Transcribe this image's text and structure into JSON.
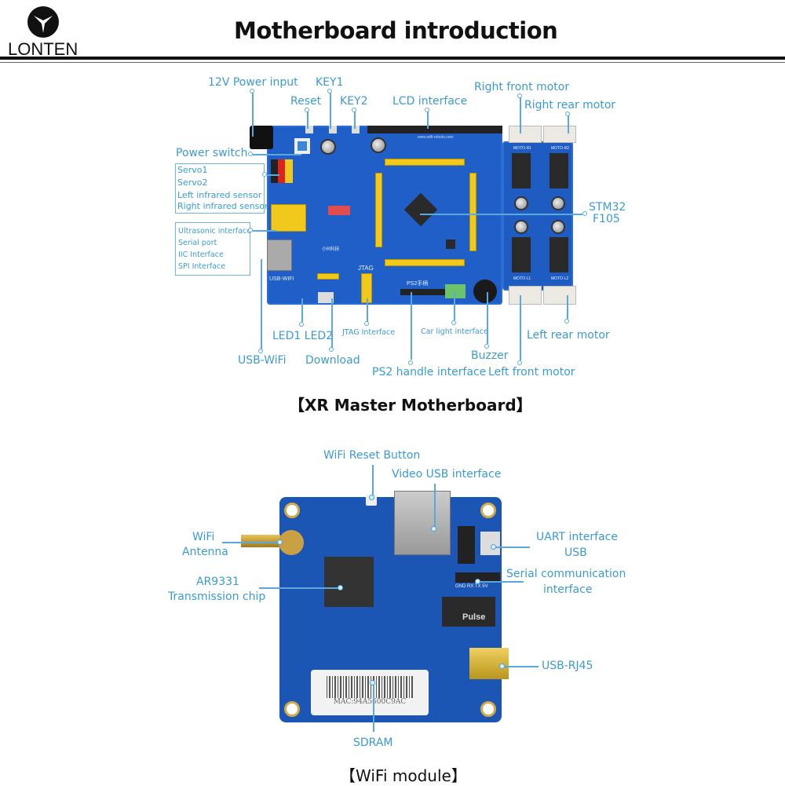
{
  "header": {
    "logo_text": "LONTEN",
    "title": "Motherboard introduction"
  },
  "motherboard": {
    "caption": "【XR Master Motherboard】",
    "labels": {
      "power_input": "12V Power input",
      "key1": "KEY1",
      "reset": "Reset",
      "key2": "KEY2",
      "lcd": "LCD interface",
      "right_front_motor": "Right front motor",
      "right_rear_motor": "Right rear motor",
      "power_switch": "Power switch",
      "servo_group": [
        "Servo1",
        "Servo2",
        "Left infrared sensor",
        "Right infrared sensor"
      ],
      "interface_group": [
        "Ultrasonic interface",
        "Serial port",
        "IIC  Interface",
        "SPI  Interface"
      ],
      "mcu": [
        "STM32",
        "F105"
      ],
      "usb_wifi": "USB-WiFi",
      "led": "LED1 LED2",
      "download": "Download",
      "jtag": "JTAG Interface",
      "ps2": "PS2 handle interface",
      "car_light": "Car light interface",
      "buzzer": "Buzzer",
      "left_front_motor": "Left front motor",
      "left_rear_motor": "Left rear motor"
    },
    "silkscreen": {
      "jtag": "JTAG",
      "ps2": "PS2手柄",
      "usb_wifi": "USB-WIFI",
      "moto": [
        "MOTO-R1",
        "MOTO-R2",
        "MOTO-L1",
        "MOTO-L2"
      ],
      "brand": "小R科技",
      "url": "www.wifi-robots.com"
    }
  },
  "wifi_module": {
    "caption": "【WiFi module】",
    "labels": {
      "reset_button": "WiFi Reset Button",
      "video_usb": "Video USB interface",
      "antenna": [
        "WiFi",
        "Antenna"
      ],
      "uart_usb": [
        "UART interface",
        "USB"
      ],
      "serial": [
        "Serial communication",
        "interface"
      ],
      "chip": [
        "AR9331",
        "Transmission chip"
      ],
      "usb_rj45": "USB-RJ45",
      "sdram": "SDRAM"
    },
    "silkscreen": {
      "mac": "MAC:94A5600C9AC",
      "pins": "GND RX TX 5V",
      "pulse": "Pulse"
    }
  },
  "colors": {
    "label": "#3b9ad6",
    "pcb": "#1f5fc7",
    "header_yellow": "#f1c91d"
  }
}
